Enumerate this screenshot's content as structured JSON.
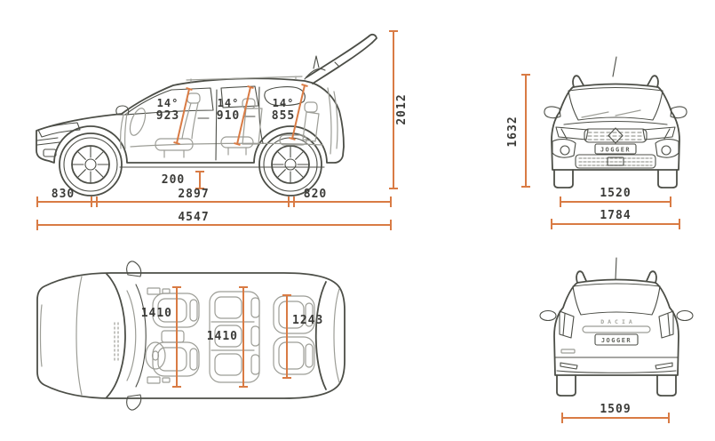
{
  "colors": {
    "dimension_line": "#D97B44",
    "car_outline": "#4C4E47",
    "car_detail": "#9C9D96",
    "label_text": "#3B3B38",
    "background": "#FFFFFF"
  },
  "views": {
    "side": {
      "seat_rows": [
        {
          "angle": "14°",
          "height": "923"
        },
        {
          "angle": "14°",
          "height": "910"
        },
        {
          "angle": "14°",
          "height": "855"
        }
      ],
      "ground_clearance": "200",
      "front_overhang": "830",
      "wheelbase": "2897",
      "rear_overhang": "820",
      "overall_length": "4547",
      "height_tailgate_open": "2012"
    },
    "front": {
      "overall_height": "1632",
      "front_track": "1520",
      "overall_width": "1784",
      "badge": "JOGGER"
    },
    "top": {
      "row1_width": "1410",
      "row2_width": "1410",
      "row3_width": "1243"
    },
    "rear": {
      "brand": "DACIA",
      "badge": "JOGGER",
      "rear_track": "1509"
    }
  }
}
